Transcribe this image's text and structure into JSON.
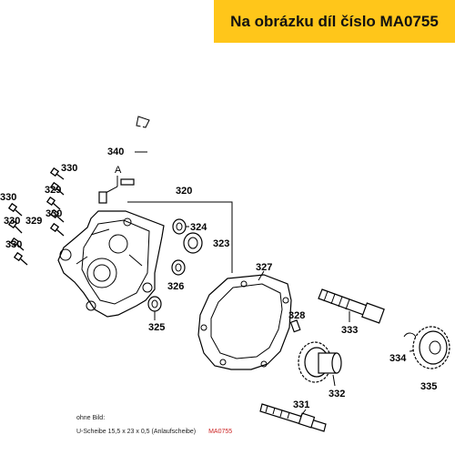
{
  "header": {
    "banner_text": "Na obrázku díl číslo MA0755",
    "banner_color": "#ffc61a"
  },
  "callouts": {
    "p340": "340",
    "pA": "A",
    "p330a": "330",
    "p330b": "330",
    "p329a": "329",
    "p330c": "330",
    "p329b": "329",
    "p330d": "330",
    "p330e": "330",
    "p320": "320",
    "p324": "324",
    "p323": "323",
    "p326": "326",
    "p325": "325",
    "p327": "327",
    "p328": "328",
    "p333": "333",
    "p334": "334",
    "p335": "335",
    "p332": "332",
    "p331": "331"
  },
  "footer": {
    "not_shown_label": "ohne Bild:",
    "part_description": "U-Scheibe 15,5 x 23 x 0,5 (Anlaufscheibe)",
    "part_code": "MA0755",
    "part_code_color": "#cc2222"
  }
}
